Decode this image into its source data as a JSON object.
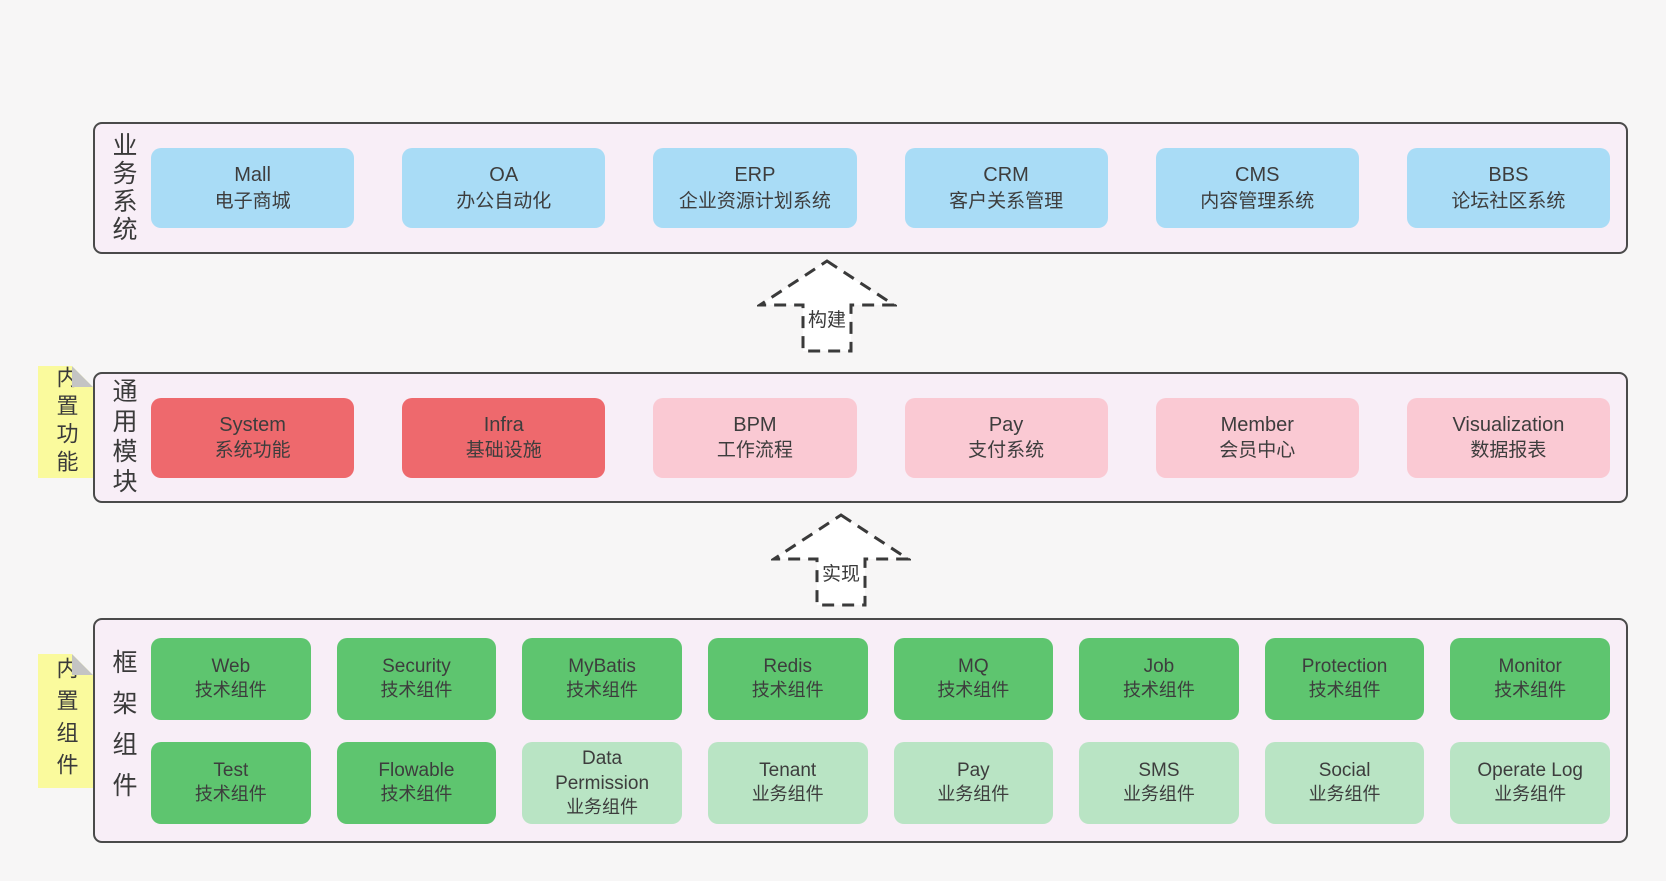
{
  "diagram": {
    "background": "#f7f6f6",
    "layer_fill": "#f8eef7",
    "layer_border": "#4a4a4a",
    "arrow_stroke": "#3a3a3a",
    "arrow_fill": "#ffffff"
  },
  "colors": {
    "blue": "#a9dcf6",
    "red": "#ee696d",
    "pink": "#fac9d3",
    "green": "#5ec56f",
    "light_green": "#b9e4c4",
    "note_yellow": "#fafa9d",
    "fold_gray": "#c4c4c4"
  },
  "sections": [
    {
      "id": "business",
      "label": "业务系统",
      "note": null,
      "boxes": [
        {
          "en": "Mall",
          "zh": "电子商城",
          "style": "blue"
        },
        {
          "en": "OA",
          "zh": "办公自动化",
          "style": "blue"
        },
        {
          "en": "ERP",
          "zh": "企业资源计划系统",
          "style": "blue"
        },
        {
          "en": "CRM",
          "zh": "客户关系管理",
          "style": "blue"
        },
        {
          "en": "CMS",
          "zh": "内容管理系统",
          "style": "blue"
        },
        {
          "en": "BBS",
          "zh": "论坛社区系统",
          "style": "blue"
        }
      ]
    },
    {
      "id": "modules",
      "label": "通用模块",
      "note": "内置功能",
      "boxes": [
        {
          "en": "System",
          "zh": "系统功能",
          "style": "red"
        },
        {
          "en": "Infra",
          "zh": "基础设施",
          "style": "red"
        },
        {
          "en": "BPM",
          "zh": "工作流程",
          "style": "pink"
        },
        {
          "en": "Pay",
          "zh": "支付系统",
          "style": "pink"
        },
        {
          "en": "Member",
          "zh": "会员中心",
          "style": "pink"
        },
        {
          "en": "Visualization",
          "zh": "数据报表",
          "style": "pink"
        }
      ]
    },
    {
      "id": "components",
      "label": "框架组件",
      "note": "内置组件",
      "boxes": [
        {
          "en": "Web",
          "zh": "技术组件",
          "style": "green"
        },
        {
          "en": "Security",
          "zh": "技术组件",
          "style": "green"
        },
        {
          "en": "MyBatis",
          "zh": "技术组件",
          "style": "green"
        },
        {
          "en": "Redis",
          "zh": "技术组件",
          "style": "green"
        },
        {
          "en": "MQ",
          "zh": "技术组件",
          "style": "green"
        },
        {
          "en": "Job",
          "zh": "技术组件",
          "style": "green"
        },
        {
          "en": "Protection",
          "zh": "技术组件",
          "style": "green"
        },
        {
          "en": "Monitor",
          "zh": "技术组件",
          "style": "green"
        },
        {
          "en": "Test",
          "zh": "技术组件",
          "style": "green"
        },
        {
          "en": "Flowable",
          "zh": "技术组件",
          "style": "green"
        },
        {
          "en": "Data Permission",
          "zh": "业务组件",
          "style": "light_green"
        },
        {
          "en": "Tenant",
          "zh": "业务组件",
          "style": "light_green"
        },
        {
          "en": "Pay",
          "zh": "业务组件",
          "style": "light_green"
        },
        {
          "en": "SMS",
          "zh": "业务组件",
          "style": "light_green"
        },
        {
          "en": "Social",
          "zh": "业务组件",
          "style": "light_green"
        },
        {
          "en": "Operate Log",
          "zh": "业务组件",
          "style": "light_green"
        }
      ]
    }
  ],
  "arrows": [
    {
      "label": "构建"
    },
    {
      "label": "实现"
    }
  ]
}
